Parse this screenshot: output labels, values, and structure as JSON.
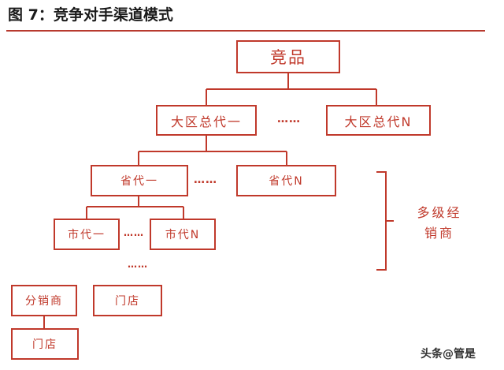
{
  "title": "图 7：竞争对手渠道模式",
  "nodes": {
    "root": "竞品",
    "region_first": "大区总代一",
    "region_n": "大区总代N",
    "province_first": "省代一",
    "province_n": "省代N",
    "city_first": "市代一",
    "city_n": "市代N",
    "distributor": "分销商",
    "store_direct": "门店",
    "store_under_distributor": "门店"
  },
  "ellipses": {
    "region": "……",
    "province": "……",
    "city": "……",
    "lower": "……"
  },
  "brace_label": {
    "line1": "多级经",
    "line2": "销商"
  },
  "watermark": "头条@管是",
  "colors": {
    "accent": "#c0392b",
    "title_rule": "#b83a2e"
  }
}
